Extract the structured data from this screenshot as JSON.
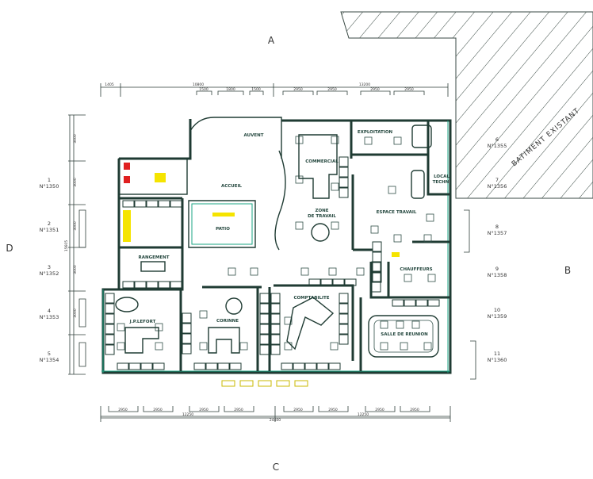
{
  "grid_labels": {
    "top": "A",
    "right": "B",
    "bottom": "C",
    "left": "D"
  },
  "existing_building": "BATIMENT EXISTANT",
  "axes_left": [
    {
      "num": "1",
      "ref": "N°1350"
    },
    {
      "num": "2",
      "ref": "N°1351"
    },
    {
      "num": "3",
      "ref": "N°1352"
    },
    {
      "num": "4",
      "ref": "N°1353"
    },
    {
      "num": "5",
      "ref": "N°1354"
    }
  ],
  "axes_right": [
    {
      "num": "6",
      "ref": "N°1355"
    },
    {
      "num": "7",
      "ref": "N°1356"
    },
    {
      "num": "8",
      "ref": "N°1357"
    },
    {
      "num": "9",
      "ref": "N°1358"
    },
    {
      "num": "10",
      "ref": "N°1359"
    },
    {
      "num": "11",
      "ref": "N°1360"
    }
  ],
  "rooms": {
    "auvent": "AUVENT",
    "accueil": "ACCUEIL",
    "patio": "PATIO",
    "commercial": "COMMERCIAL",
    "zone_travail_1": "ZONE",
    "zone_travail_2": "DE TRAVAIL",
    "exploitation": "EXPLOITATION",
    "local_technique_1": "LOCAL",
    "local_technique_2": "TECHN.",
    "espace_travail": "ESPACE TRAVAIL",
    "rangement": "RANGEMENT",
    "chauffeurs": "CHAUFFEURS",
    "jp_lefort": "J.P.LEFORT",
    "corinne": "CORINNE",
    "comptabilite": "COMPTABILITE",
    "salle_reunion": "SALLE DE REUNION"
  },
  "dimensions": {
    "top": [
      "1405",
      "10800",
      "13200"
    ],
    "top_sub": [
      "1500",
      "1800",
      "1500",
      "2950",
      "2950",
      "2950",
      "2950"
    ],
    "bottom_sub": [
      "2950",
      "2950",
      "2950",
      "2950",
      "2950",
      "2950",
      "2950",
      "2950"
    ],
    "bottom_mid": [
      "12250",
      "12250"
    ],
    "bottom_total": "24400",
    "left_total": "15605",
    "left_sub": [
      "3000",
      "3000",
      "3000",
      "3000",
      "3000"
    ]
  },
  "colors": {
    "wall": "#1f3b33",
    "fixture": "#1aa583",
    "highlight": "#f5e400",
    "sanitary": "#e02020"
  }
}
